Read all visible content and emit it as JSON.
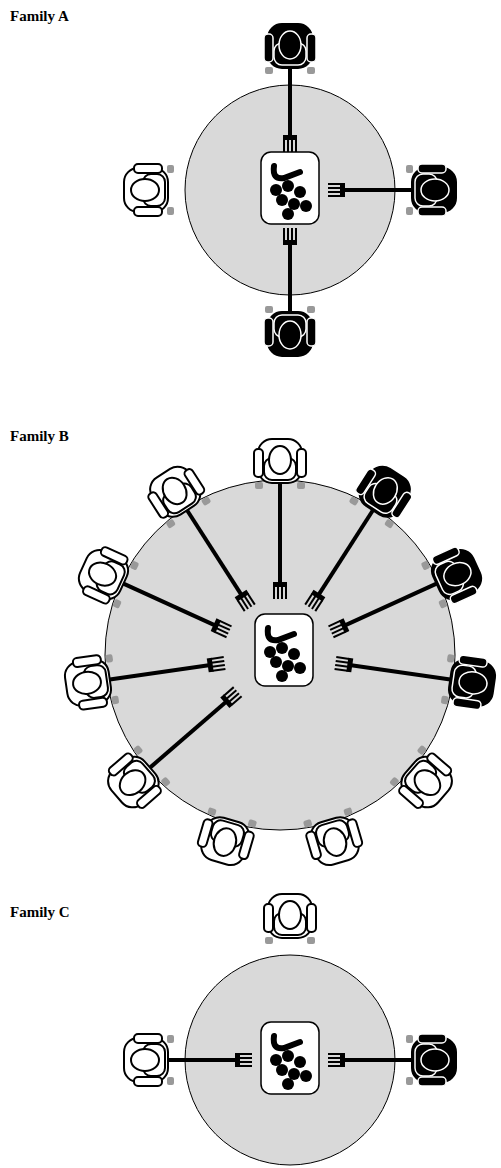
{
  "diagram": {
    "labels": [
      "Family A",
      "Family B",
      "Family C"
    ]
  }
}
